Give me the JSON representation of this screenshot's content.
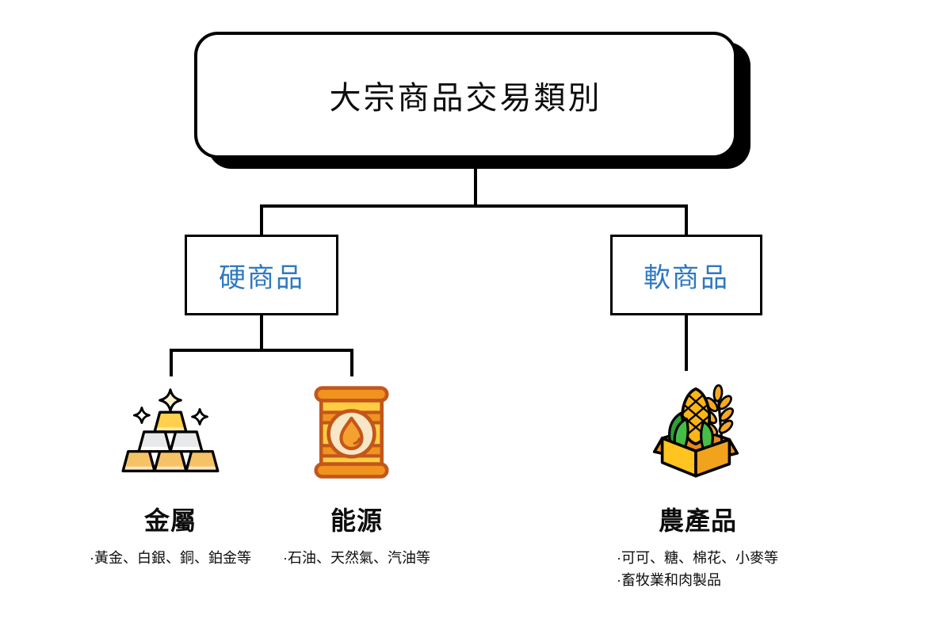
{
  "diagram": {
    "title": "大宗商品交易類別",
    "branches": [
      {
        "label": "硬商品",
        "children": [
          {
            "icon": "gold-bars-icon",
            "heading": "金屬",
            "details": [
              "·黃金、白銀、銅、鉑金等"
            ]
          },
          {
            "icon": "oil-barrel-icon",
            "heading": "能源",
            "details": [
              "·石油、天然氣、汽油等"
            ]
          }
        ]
      },
      {
        "label": "軟商品",
        "children": [
          {
            "icon": "produce-box-icon",
            "heading": "農產品",
            "details": [
              "·可可、糖、棉花、小麥等",
              "·畜牧業和肉製品"
            ]
          }
        ]
      }
    ],
    "colors": {
      "branch_label_text": "#2E79C0",
      "connector_line": "#000000",
      "title_shadow": "#000000",
      "gold": "#FFD04E",
      "gold_light": "#FBE8A0",
      "silver": "#E8E9EB",
      "amber": "#F5C266",
      "orange_band": "#F0931F",
      "barrel_body": "#FFCC42",
      "barrel_outline": "#C2571C",
      "drop_orange": "#F6A12F",
      "cream": "#F7E7C6",
      "corn_yellow": "#FDB515",
      "leaf_green": "#46BE46",
      "leaf_green_dark": "#2E9E35",
      "box_yellow": "#FFC41F",
      "box_yellow_dark": "#F1A31D",
      "box_interior": "#E8891C"
    }
  }
}
